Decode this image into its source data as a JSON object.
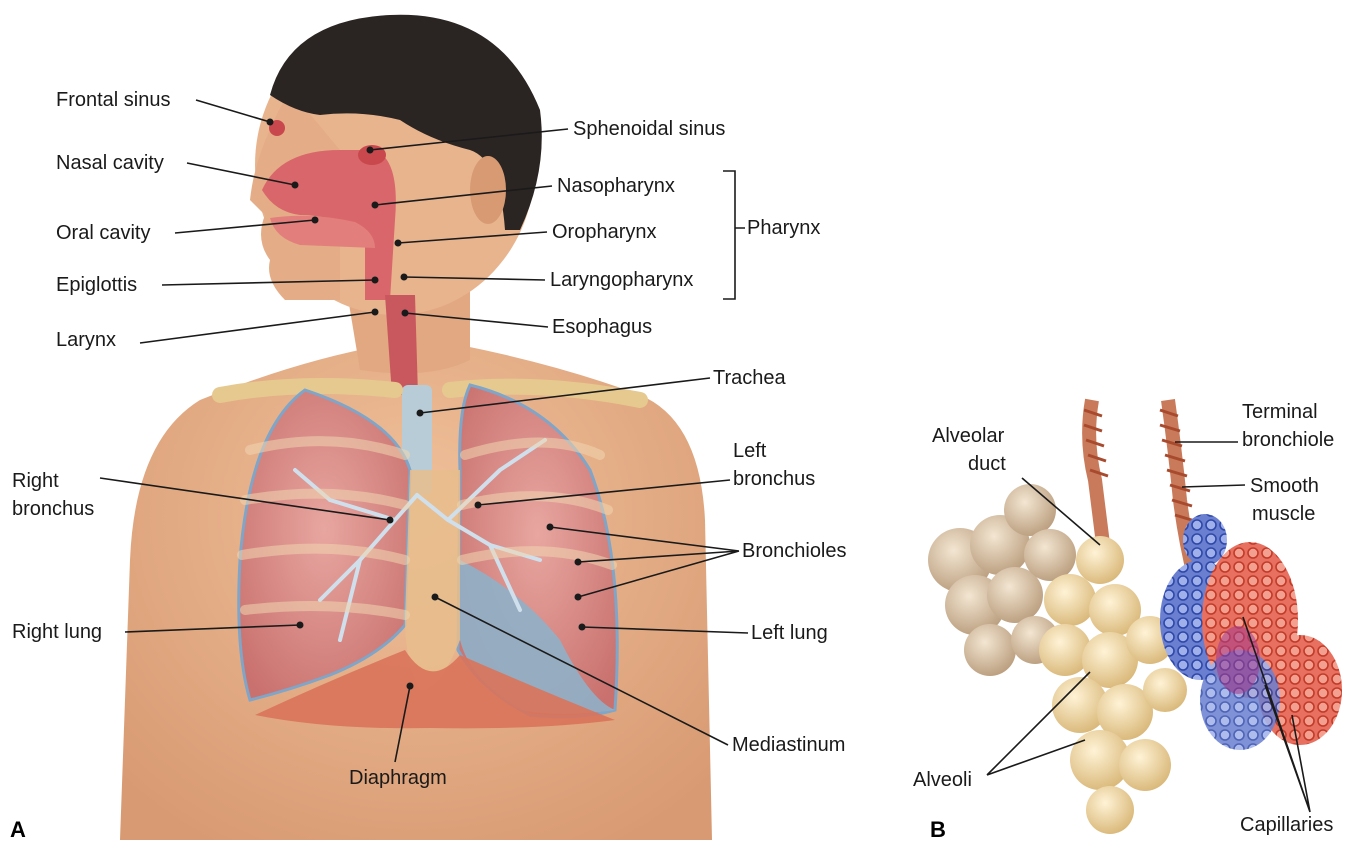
{
  "panels": {
    "a": "A",
    "b": "B"
  },
  "labels": {
    "frontal_sinus": "Frontal sinus",
    "nasal_cavity": "Nasal cavity",
    "oral_cavity": "Oral cavity",
    "epiglottis": "Epiglottis",
    "larynx": "Larynx",
    "sphenoidal_sinus": "Sphenoidal sinus",
    "nasopharynx": "Nasopharynx",
    "oropharynx": "Oropharynx",
    "laryngopharynx": "Laryngopharynx",
    "pharynx": "Pharynx",
    "esophagus": "Esophagus",
    "trachea": "Trachea",
    "left_bronchus_1": "Left",
    "left_bronchus_2": "bronchus",
    "right_bronchus_1": "Right",
    "right_bronchus_2": "bronchus",
    "bronchioles": "Bronchioles",
    "right_lung": "Right lung",
    "left_lung": "Left lung",
    "mediastinum": "Mediastinum",
    "diaphragm": "Diaphragm",
    "terminal_bronchiole_1": "Terminal",
    "terminal_bronchiole_2": "bronchiole",
    "alveolar_duct_1": "Alveolar",
    "alveolar_duct_2": "duct",
    "smooth_muscle_1": "Smooth",
    "smooth_muscle_2": "muscle",
    "alveoli": "Alveoli",
    "capillaries": "Capillaries"
  },
  "colors": {
    "skin": "#e8b48e",
    "skin_shadow": "#cf9470",
    "hair": "#2a2522",
    "lung": "#d98a86",
    "airway": "#b8ccd8",
    "nasal_mucosa": "#d9666a",
    "diaphragm": "#d9735a",
    "alveoli": "#e8d09a",
    "capillary_red": "#d6452e",
    "capillary_blue": "#4a68c0",
    "leader_line": "#1a1a1a"
  }
}
